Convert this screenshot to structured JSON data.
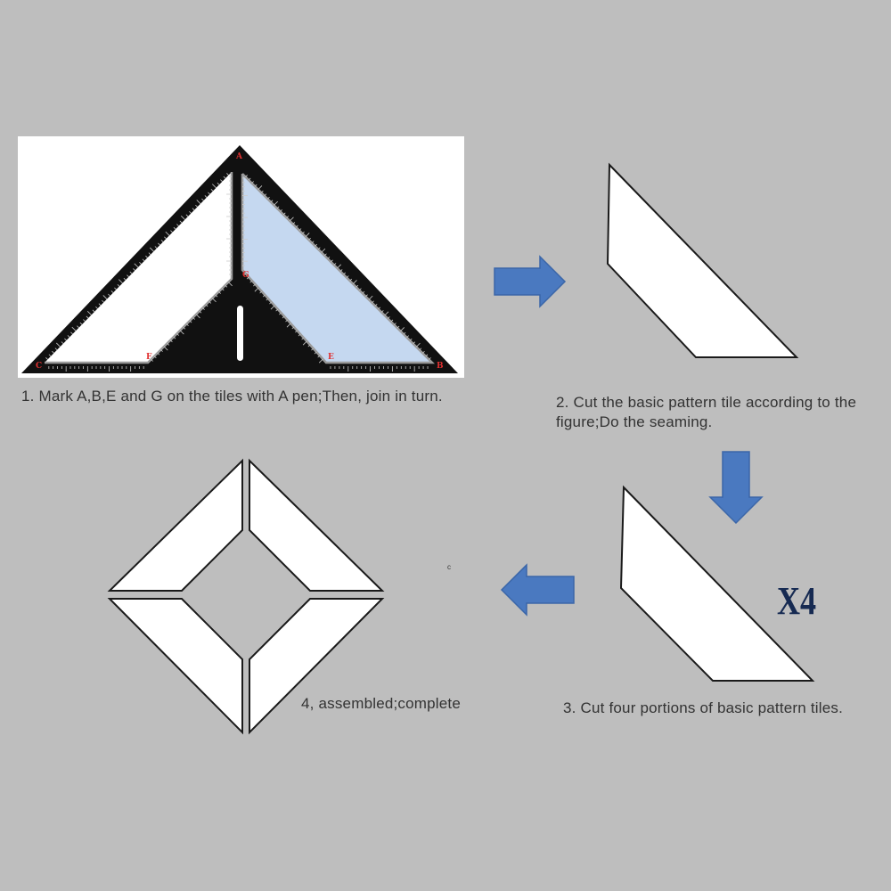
{
  "steps": [
    {
      "caption": "1. Mark A,B,E and G on the tiles with A pen;Then, join in turn."
    },
    {
      "caption": "2. Cut the basic pattern tile according to the figure;Do the seaming."
    },
    {
      "caption": "3. Cut four portions of basic pattern tiles."
    },
    {
      "caption": "4, assembled;complete"
    }
  ],
  "ruler_points": {
    "a": "A",
    "b": "B",
    "c": "C",
    "e": "E",
    "f": "F",
    "g": "G"
  },
  "multiplier_label": "X4",
  "stray_mark": "c",
  "colors": {
    "background": "#bebebe",
    "ruler": "#111111",
    "highlight_tile": "#c5d8f0",
    "arrow": "#4a79c0",
    "point_labels": "#e03030"
  },
  "icons": {
    "arrow_right": "arrow-right-icon",
    "arrow_down": "arrow-down-icon",
    "arrow_left": "arrow-left-icon"
  }
}
